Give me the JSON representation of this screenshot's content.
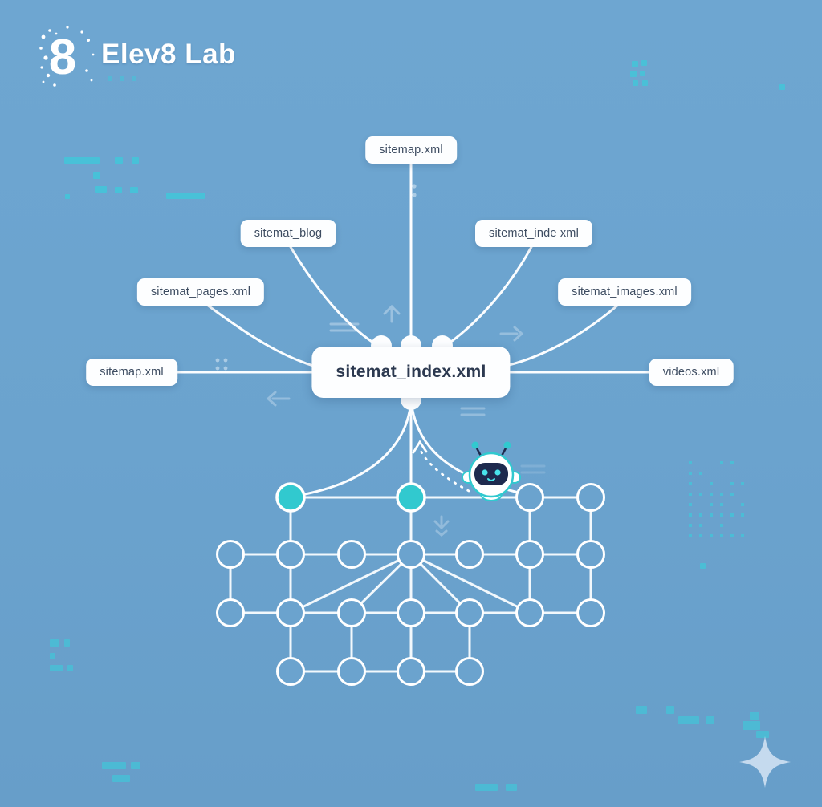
{
  "brand": {
    "logo_glyph": "8",
    "name": "Elev8 Lab"
  },
  "diagram": {
    "center_node": {
      "label": "sitemat_index.xml"
    },
    "satellite_labels": [
      {
        "id": "sitemap-top",
        "text": "sitemap.xml"
      },
      {
        "id": "sitemat-blog",
        "text": "sitemat_blog"
      },
      {
        "id": "sitemat-inde",
        "text": "sitemat_inde xml"
      },
      {
        "id": "sitemat-pages",
        "text": "sitemat_pages.xml"
      },
      {
        "id": "sitemat-images",
        "text": "sitemat_images.xml"
      },
      {
        "id": "sitemap-left",
        "text": "sitemap.xml"
      },
      {
        "id": "videos",
        "text": "videos.xml"
      }
    ],
    "mascot": "robot-icon",
    "node_grid": {
      "highlighted_node_count": 2,
      "rows": [
        4,
        7,
        7,
        4
      ]
    },
    "colors": {
      "background": "#6ba3ce",
      "accent_teal": "#31c9cf",
      "node_stroke": "#ffffff",
      "label_text": "#3d4c61",
      "center_text": "#2c3950",
      "robot_visor": "#1e2a4e",
      "robot_eyes": "#49e3ea",
      "sparkle": "#cfe0f2"
    }
  }
}
